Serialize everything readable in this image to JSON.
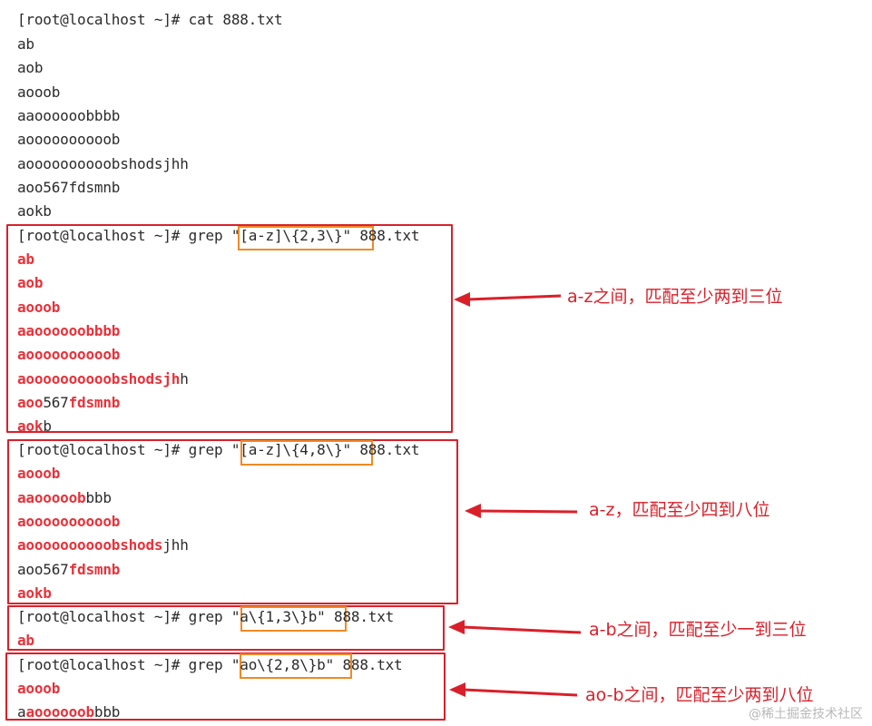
{
  "terminal": {
    "cat_cmd": "[root@localhost ~]# cat 888.txt",
    "cat_output": [
      "ab",
      "aob",
      "aooob",
      "aaoooooobbbb",
      "aoooooooooob",
      "aoooooooooobshodsjhh",
      "aoo567fdsmnb",
      "aokb"
    ],
    "cmd1": {
      "prompt": "[root@localhost ~]# grep ",
      "pattern": "\"[a-z]\\{2,3\\}\"",
      "file": " 888.txt"
    },
    "cmd2": {
      "prompt": "[root@localhost ~]# grep ",
      "pattern": "\"[a-z]\\{4,8\\}\"",
      "file": " 888.txt"
    },
    "cmd3": {
      "prompt": "[root@localhost ~]# grep ",
      "pattern": "\"a\\{1,3\\}b\"",
      "file": " 888.txt"
    },
    "cmd4": {
      "prompt": "[root@localhost ~]# grep ",
      "pattern": "\"ao\\{2,8\\}b\"",
      "file": " 888.txt"
    },
    "out1": [
      {
        "hl": "ab",
        "rest": ""
      },
      {
        "hl": "aob",
        "rest": ""
      },
      {
        "hl": "aooob",
        "rest": ""
      },
      {
        "hl": "aaoooooobbbb",
        "rest": ""
      },
      {
        "hl": "aoooooooooob",
        "rest": ""
      },
      {
        "hl": "aoooooooooobshodsjh",
        "rest": "h"
      },
      {
        "pre": "",
        "hl": "aoo",
        "mid": "567",
        "hl2": "fdsmnb"
      },
      {
        "hl": "aok",
        "rest": "b"
      }
    ],
    "out2": [
      {
        "hl": "aooob",
        "rest": ""
      },
      {
        "hl": "aaooooob",
        "rest": "bbb"
      },
      {
        "hl": "aoooooooooob",
        "rest": ""
      },
      {
        "hl": "aoooooooooobshods",
        "rest": "jhh"
      },
      {
        "pre": "aoo567",
        "hl": "fdsmnb",
        "rest": ""
      },
      {
        "hl": "aokb",
        "rest": ""
      }
    ],
    "out3": [
      {
        "hl": "ab",
        "rest": ""
      }
    ],
    "out4": [
      {
        "hl": "aooob",
        "rest": ""
      },
      {
        "pre": "a",
        "hl": "aoooooob",
        "rest": "bbb"
      }
    ]
  },
  "annotations": {
    "a1": "a-z之间，匹配至少两到三位",
    "a2": "a-z，匹配至少四到八位",
    "a3": "a-b之间，匹配至少一到三位",
    "a4": "ao-b之间，匹配至少两到八位"
  },
  "watermark": "@稀土掘金技术社区",
  "colors": {
    "highlight": "#e8323a",
    "box_red": "#d9202a",
    "box_orange": "#f08a24",
    "text": "#2b2b2b"
  }
}
